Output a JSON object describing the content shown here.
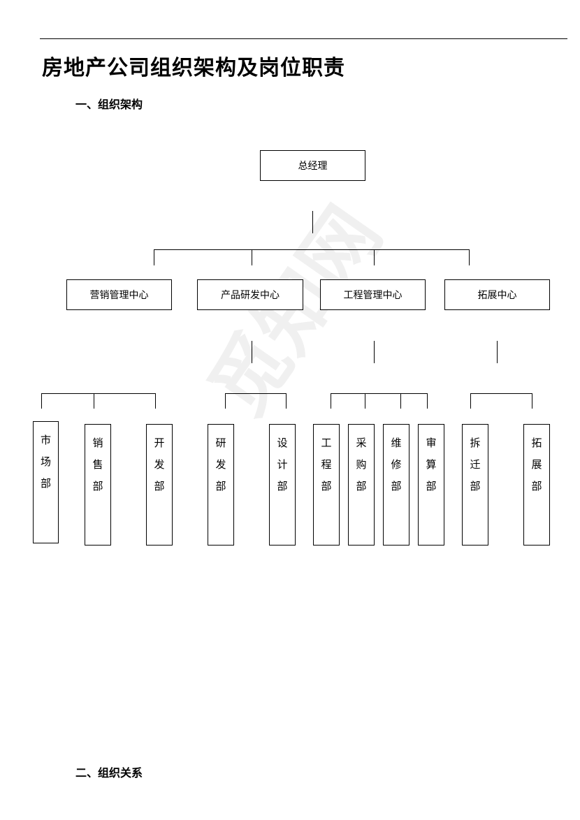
{
  "document": {
    "title": "房地产公司组织架构及岗位职责",
    "section1": "一、组织架构",
    "section2": "二、组织关系"
  },
  "org": {
    "root": "总经理",
    "centers": [
      "营销管理中心",
      "产品研发中心",
      "工程管理中心",
      "拓展中心"
    ],
    "departments": [
      "市场部",
      "销售部",
      "开发部",
      "研发部",
      "设计部",
      "工程部",
      "采购部",
      "维修部",
      "审算部",
      "拆迁部",
      "拓展部"
    ]
  },
  "watermark": "觅知网"
}
